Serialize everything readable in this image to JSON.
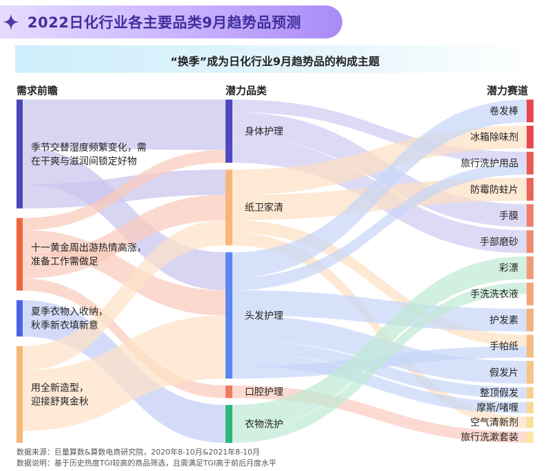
{
  "header": {
    "title": "2022日化行业各主要品类9月趋势品预测",
    "subtitle": "“换季”成为日化行业9月趋势品的构成主题",
    "sparkle_icon": "sparkle-icon"
  },
  "columns": {
    "left": "需求前瞻",
    "middle": "潜力品类",
    "right": "潜力赛道"
  },
  "footer": {
    "source": "数据来源：巨量算数&算数电商研究院，2020年8-10月&2021年8-10月",
    "note": "数据说明：基于历史热度TGI较高的商品筛选，且需满足TGI高于前后月度水平"
  },
  "chart_data": {
    "type": "sankey",
    "left_nodes": [
      {
        "label": "季节交替湿度频繁变化，需在干爽与滋润间锁定好物",
        "lines": [
          "季节交替湿度频繁变化，需",
          "在干爽与滋润间锁定好物"
        ],
        "value": 9,
        "color": "#4b46b8",
        "flow_color": "#c9c5ef"
      },
      {
        "label": "十一黄金周出游热情高涨，准备工作需做足",
        "lines": [
          "十一黄金周出游热情高涨，",
          "准备工作需做足"
        ],
        "value": 6,
        "color": "#f0643c",
        "flow_color": "#fbcabb"
      },
      {
        "label": "夏季衣物入收纳，秋季新衣填新意",
        "lines": [
          "夏季衣物入收纳，",
          "秋季新衣填新意"
        ],
        "value": 3,
        "color": "#4a62e8",
        "flow_color": "#c2cdf7"
      },
      {
        "label": "用全新造型，迎接舒爽金秋",
        "lines": [
          "用全新造型，",
          "迎接舒爽金秋"
        ],
        "value": 8,
        "color": "#f6b77a",
        "flow_color": "#fde2c6"
      }
    ],
    "middle_nodes": [
      {
        "label": "身体护理",
        "value": 5,
        "color": "#5048c0",
        "flow_color": "#cfcaf2"
      },
      {
        "label": "纸卫家清",
        "value": 6,
        "color": "#f6b77a",
        "flow_color": "#fde0c2"
      },
      {
        "label": "头发护理",
        "value": 10,
        "color": "#5b86ee",
        "flow_color": "#c6d6f8"
      },
      {
        "label": "口腔护理",
        "value": 1,
        "color": "#f07a63",
        "flow_color": "#fbc9bd"
      },
      {
        "label": "衣物洗护",
        "value": 3,
        "color": "#2fb67a",
        "flow_color": "#bfe9d4"
      }
    ],
    "right_nodes": [
      {
        "label": "卷发棒",
        "value": 2,
        "color": "#e8484d"
      },
      {
        "label": "冰箱除味剂",
        "value": 2,
        "color": "#e8484d"
      },
      {
        "label": "旅行洗护用品",
        "value": 2,
        "color": "#e95a52"
      },
      {
        "label": "防霉防蛀片",
        "value": 2,
        "color": "#ea6457"
      },
      {
        "label": "手膜",
        "value": 2,
        "color": "#ee8068"
      },
      {
        "label": "手部磨砂",
        "value": 2,
        "color": "#ef8a6d"
      },
      {
        "label": "彩漂",
        "value": 2,
        "color": "#f29a76"
      },
      {
        "label": "手洗洗衣液",
        "value": 2,
        "color": "#f2a57a"
      },
      {
        "label": "护发素",
        "value": 2,
        "color": "#f4b07e"
      },
      {
        "label": "手帕纸",
        "value": 2,
        "color": "#f5bb83"
      },
      {
        "label": "假发片",
        "value": 2,
        "color": "#f6c487"
      },
      {
        "label": "整顶假发",
        "value": 1,
        "color": "#f8cf8c"
      },
      {
        "label": "摩斯/啫喱",
        "value": 1,
        "color": "#f9d893"
      },
      {
        "label": "空气清新剂",
        "value": 1,
        "color": "#fae099"
      },
      {
        "label": "旅行洗漱套装",
        "value": 1,
        "color": "#fbe7a0"
      }
    ],
    "links_left_to_middle": [
      {
        "from": 0,
        "to": 0,
        "value": 4
      },
      {
        "from": 0,
        "to": 2,
        "value": 3
      },
      {
        "from": 0,
        "to": 1,
        "value": 2
      },
      {
        "from": 1,
        "to": 0,
        "value": 1
      },
      {
        "from": 1,
        "to": 2,
        "value": 2
      },
      {
        "from": 1,
        "to": 1,
        "value": 2
      },
      {
        "from": 1,
        "to": 3,
        "value": 1
      },
      {
        "from": 2,
        "to": 4,
        "value": 3
      },
      {
        "from": 3,
        "to": 1,
        "value": 2
      },
      {
        "from": 3,
        "to": 2,
        "value": 5
      },
      {
        "from": 3,
        "to": 3,
        "value": 0
      },
      {
        "from": 3,
        "to": 4,
        "value": 0
      }
    ],
    "links_middle_to_right": [
      {
        "from": 0,
        "to": 2,
        "value": 1
      },
      {
        "from": 0,
        "to": 4,
        "value": 2
      },
      {
        "from": 0,
        "to": 5,
        "value": 2
      },
      {
        "from": 1,
        "to": 1,
        "value": 2
      },
      {
        "from": 1,
        "to": 3,
        "value": 2
      },
      {
        "from": 1,
        "to": 9,
        "value": 1
      },
      {
        "from": 1,
        "to": 13,
        "value": 1
      },
      {
        "from": 2,
        "to": 0,
        "value": 2
      },
      {
        "from": 2,
        "to": 2,
        "value": 1
      },
      {
        "from": 2,
        "to": 8,
        "value": 2
      },
      {
        "from": 2,
        "to": 10,
        "value": 2
      },
      {
        "from": 2,
        "to": 11,
        "value": 1
      },
      {
        "from": 2,
        "to": 12,
        "value": 1
      },
      {
        "from": 2,
        "to": 9,
        "value": 1
      },
      {
        "from": 3,
        "to": 14,
        "value": 1
      },
      {
        "from": 4,
        "to": 6,
        "value": 2
      },
      {
        "from": 4,
        "to": 7,
        "value": 1
      }
    ]
  }
}
